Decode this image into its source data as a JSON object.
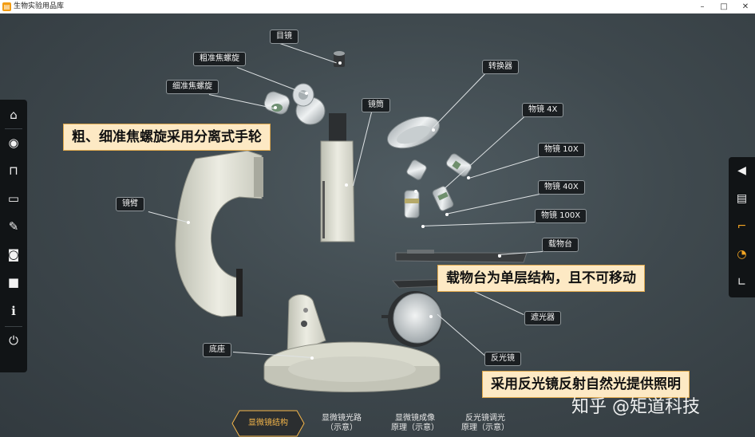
{
  "window": {
    "title": "生物实验用品库",
    "minimize": "–",
    "maximize": "□",
    "close": "✕"
  },
  "sidebar_left": {
    "items": [
      {
        "name": "home-icon",
        "glyph": "⌂"
      },
      {
        "name": "eye-icon",
        "glyph": "◉"
      },
      {
        "name": "unlock-icon",
        "glyph": "🔓"
      },
      {
        "name": "monitor-icon",
        "glyph": "▭"
      },
      {
        "name": "measure-icon",
        "glyph": "✎"
      },
      {
        "name": "camera-icon",
        "glyph": "◙"
      },
      {
        "name": "video-icon",
        "glyph": "■"
      },
      {
        "name": "info-icon",
        "glyph": "i"
      },
      {
        "name": "power-icon",
        "glyph": "⏻"
      }
    ]
  },
  "sidebar_right": {
    "items": [
      {
        "name": "speaker-icon",
        "glyph": "◀"
      },
      {
        "name": "panel-icon",
        "glyph": "▤"
      },
      {
        "name": "pour-icon",
        "glyph": "⌐"
      },
      {
        "name": "pie-chart-icon",
        "glyph": "◔"
      },
      {
        "name": "axis-icon",
        "glyph": "∟"
      }
    ]
  },
  "labels": {
    "eyepiece": "目镜",
    "coarse_focus": "粗准焦螺旋",
    "fine_focus": "细准焦螺旋",
    "tube": "镜筒",
    "converter": "转换器",
    "obj_4x": "物镜 4X",
    "obj_10x": "物镜 10X",
    "obj_40x": "物镜 40X",
    "obj_100x": "物镜 100X",
    "arm": "镜臂",
    "stage": "载物台",
    "diaphragm": "遮光器",
    "base": "底座",
    "mirror": "反光镜"
  },
  "banners": {
    "focus_note": "粗、细准焦螺旋采用分离式手轮",
    "stage_note": "载物台为单层结构，且不可移动",
    "mirror_note": "采用反光镜反射自然光提供照明"
  },
  "watermark": "知乎 @矩道科技",
  "tabs": {
    "structure": "显微镜结构",
    "optical_path_l1": "显微镜光路",
    "optical_path_l2": "（示意）",
    "imaging_l1": "显微镜成像",
    "imaging_l2": "原理（示意）",
    "mirror_l1": "反光镜调光",
    "mirror_l2": "原理（示意）"
  },
  "colors": {
    "accent": "#f5b64a",
    "banner_bg": "#fde9c4",
    "sidebar_bg": "#111416"
  }
}
